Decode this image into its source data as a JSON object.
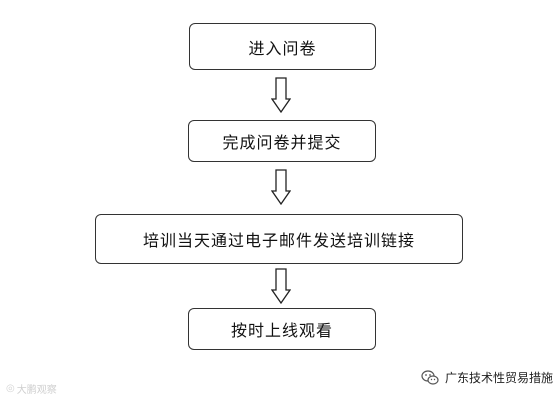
{
  "flowchart": {
    "steps": [
      {
        "label": "进入问卷"
      },
      {
        "label": "完成问卷并提交"
      },
      {
        "label": "培训当天通过电子邮件发送培训链接"
      },
      {
        "label": "按时上线观看"
      }
    ],
    "connector_icon": "hollow-down-arrow"
  },
  "watermark": {
    "text": "大鹏观察",
    "icon": "logo-mark"
  },
  "source": {
    "account_name": "广东技术性贸易措施",
    "icon": "wechat-icon"
  }
}
